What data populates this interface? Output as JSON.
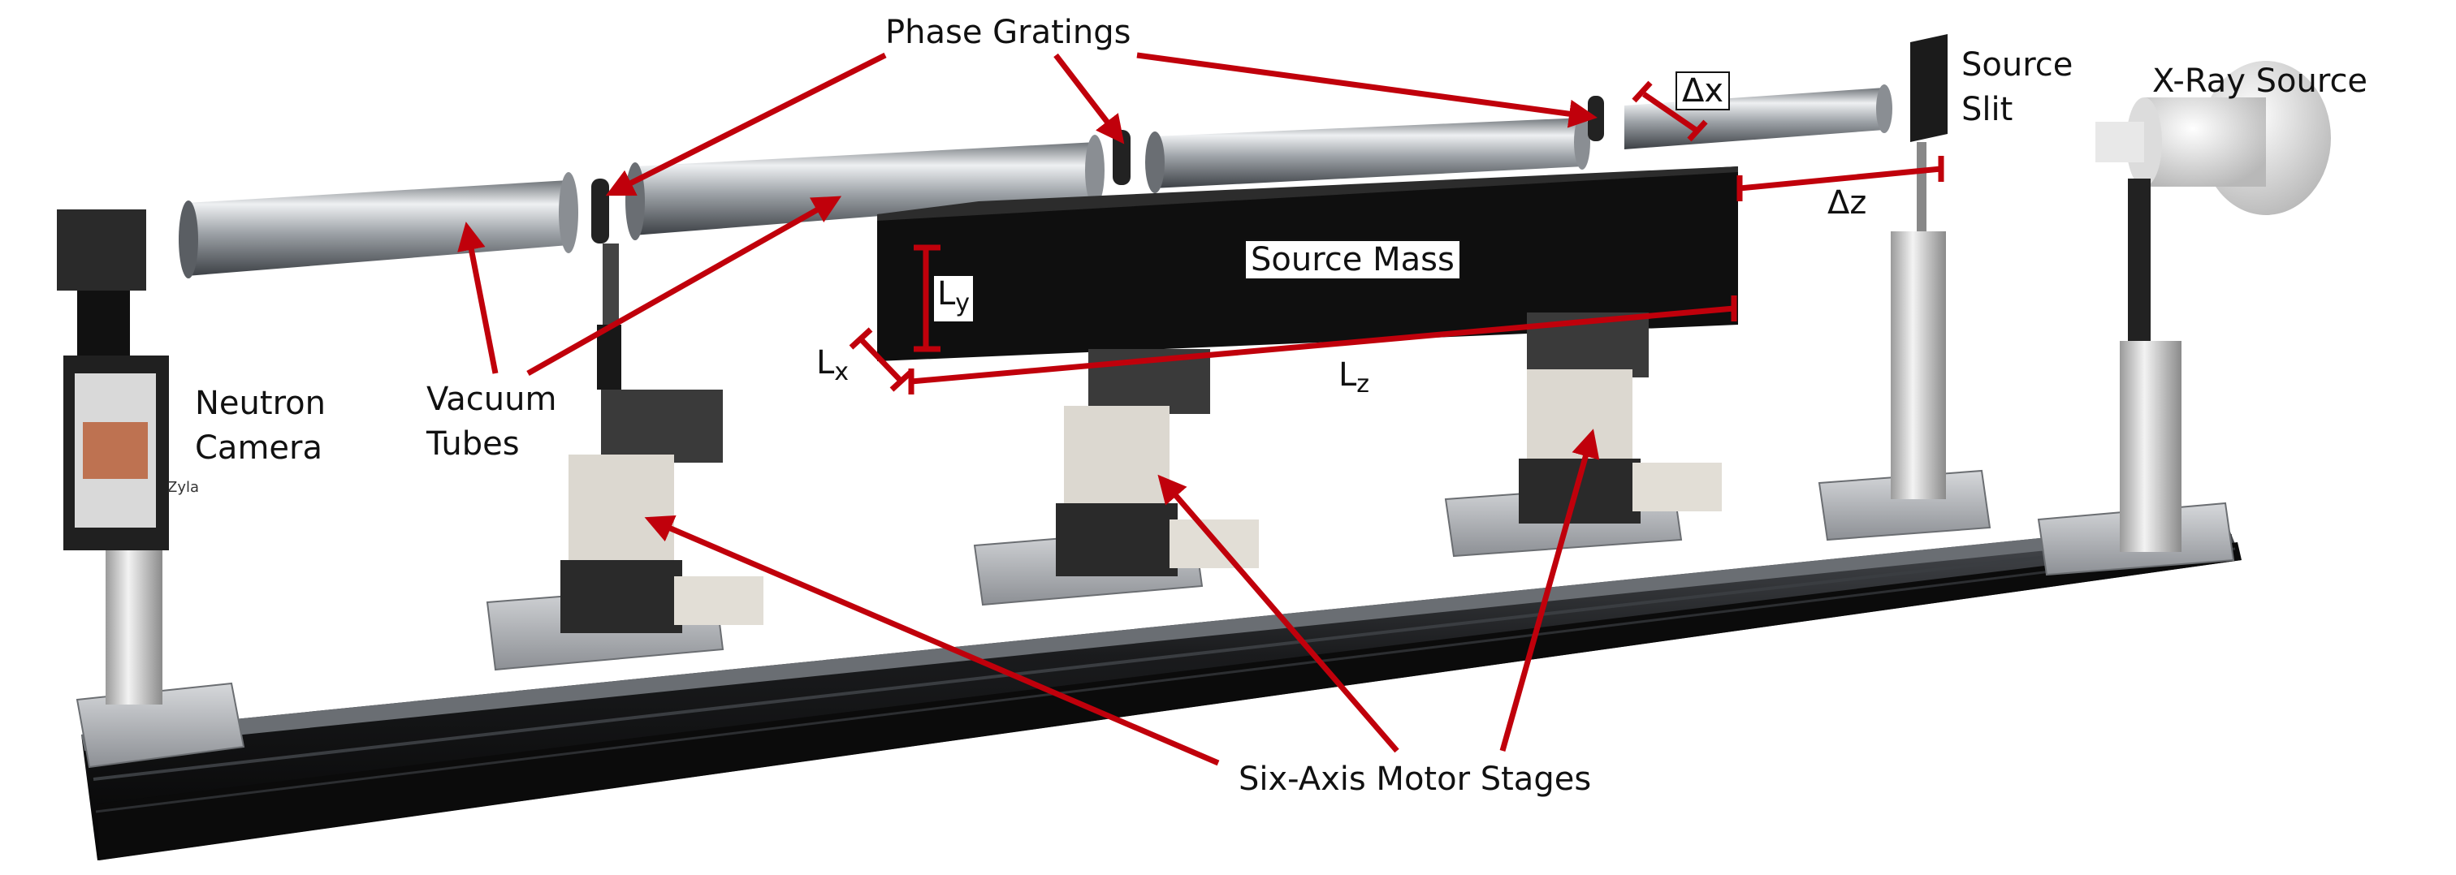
{
  "labels": {
    "phase_gratings": "Phase Gratings",
    "source_slit_line1": "Source",
    "source_slit_line2": "Slit",
    "xray_source": "X-Ray Source",
    "neutron_camera_line1": "Neutron",
    "neutron_camera_line2": "Camera",
    "vacuum_tubes_line1": "Vacuum",
    "vacuum_tubes_line2": "Tubes",
    "source_mass": "Source Mass",
    "motor_stages": "Six-Axis Motor Stages",
    "camera_brand": "Zyla"
  },
  "dimensions": {
    "delta_x": "Δx",
    "delta_z": "Δz",
    "ly_base": "L",
    "ly_sub": "y",
    "lx_base": "L",
    "lx_sub": "x",
    "lz_base": "L",
    "lz_sub": "z"
  },
  "colors": {
    "arrow": "#c0000b",
    "rail": "#1c1c1c",
    "steel": "#b9bcc0",
    "block": "#141414",
    "stage": "#dcd8d0"
  }
}
